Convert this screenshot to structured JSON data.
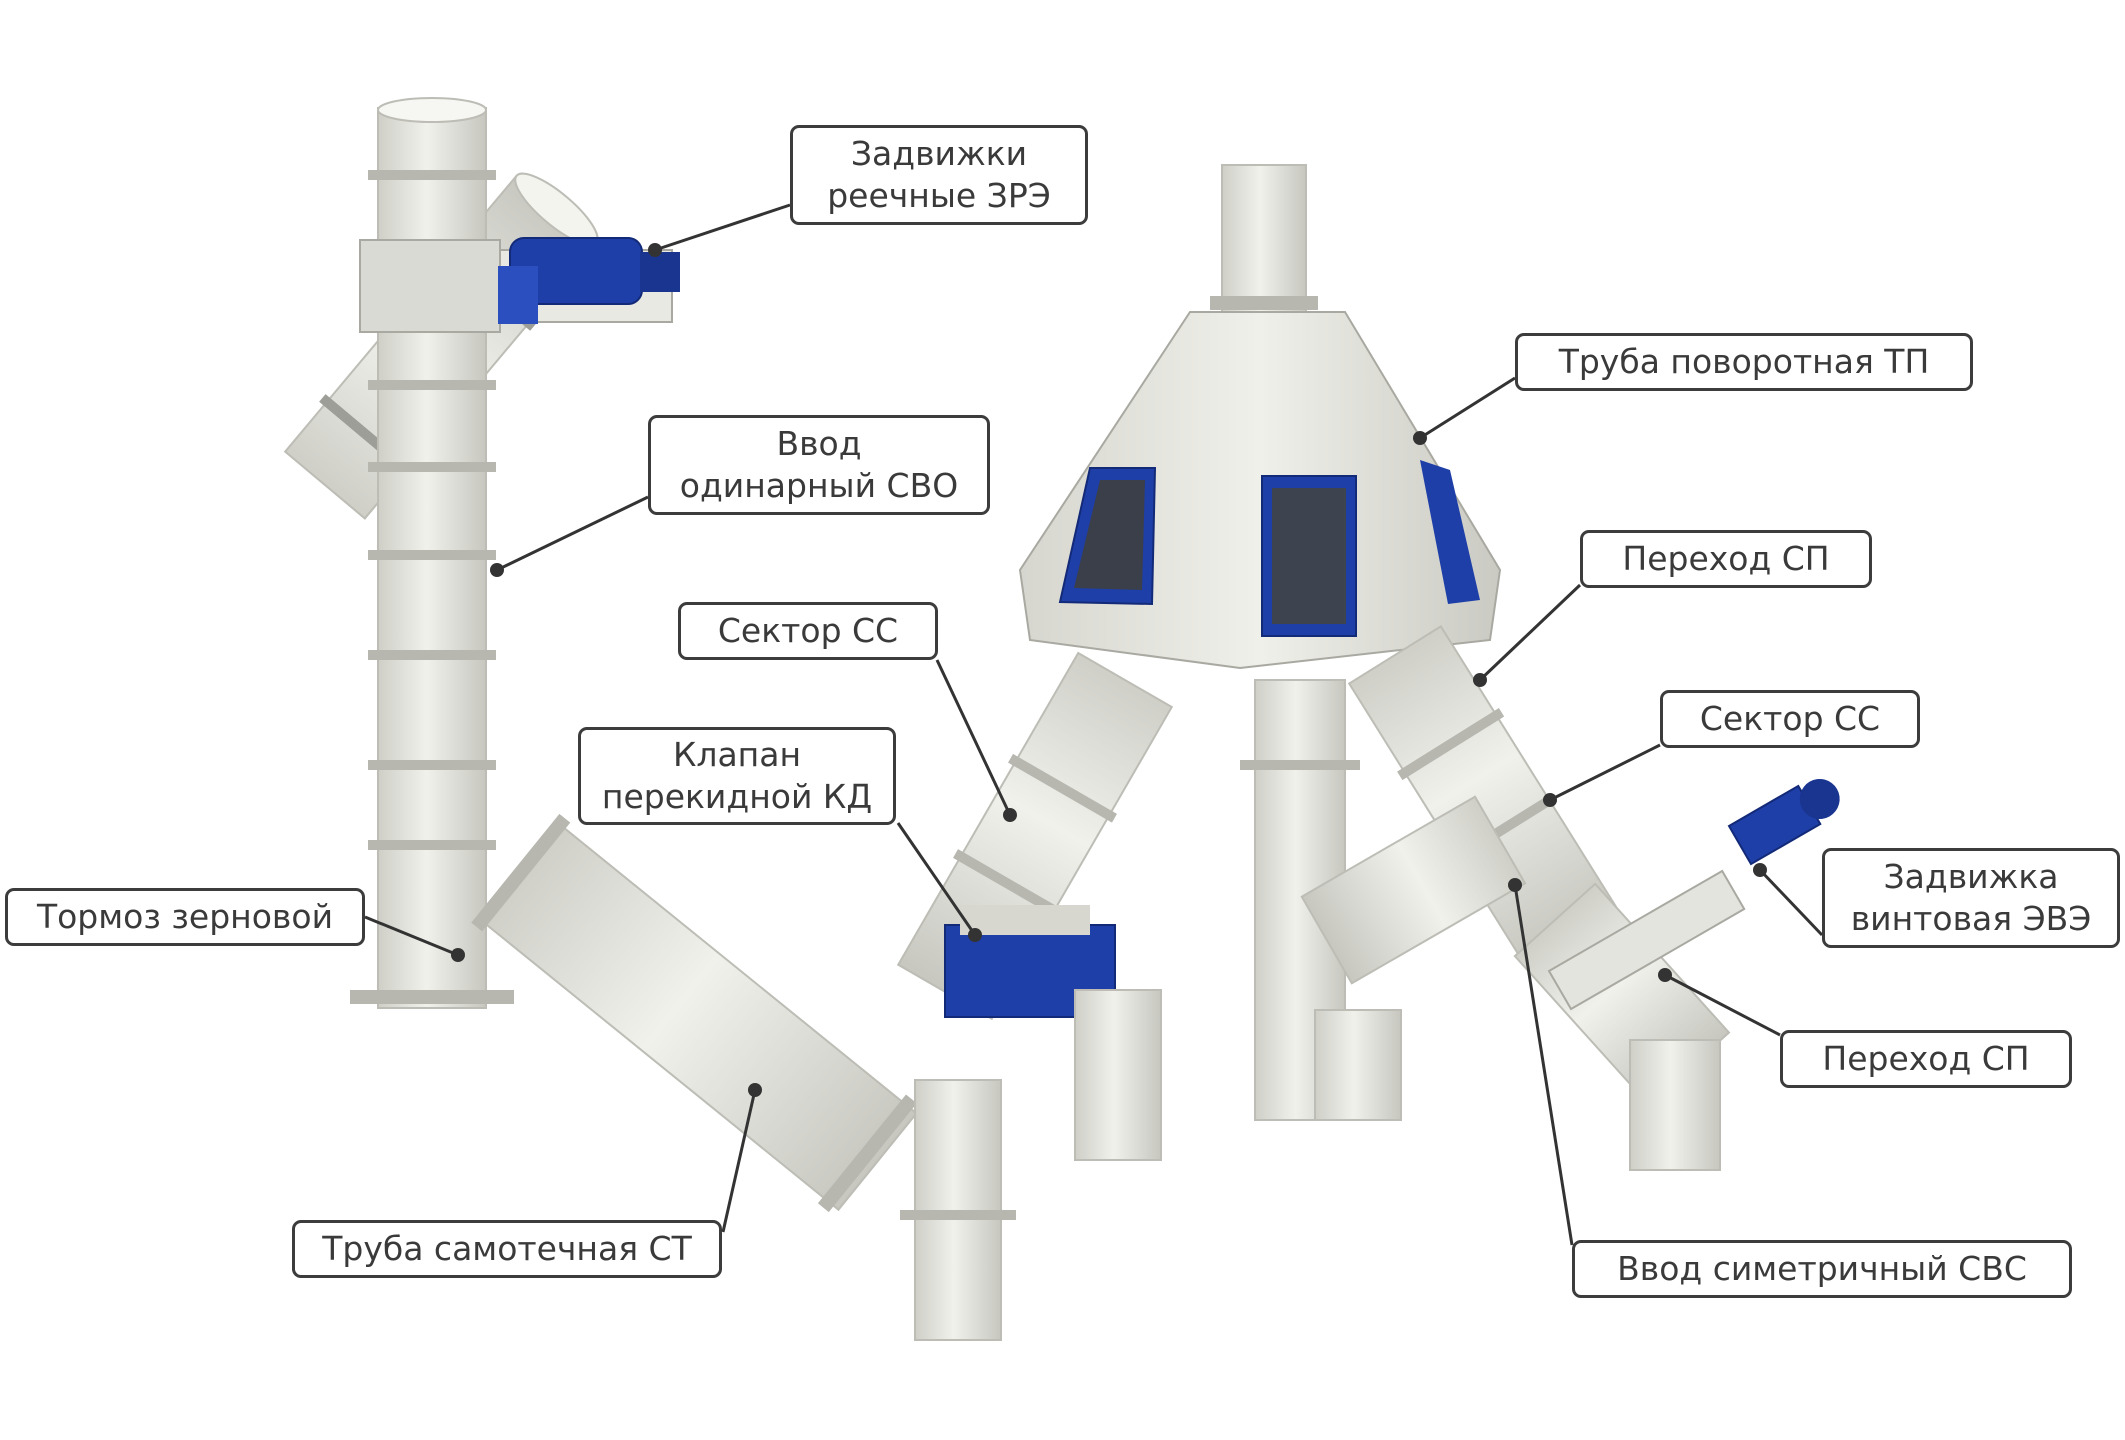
{
  "colors": {
    "pipe": "#e5e5df",
    "pipe_shade": "#c9c9c2",
    "flange": "#b9b9b2",
    "accent_blue": "#1f3fa8",
    "leader": "#333333",
    "label_border": "#3c3c3c",
    "label_text": "#3a3a3a"
  },
  "labels": {
    "zre": {
      "line1": "Задвижки",
      "line2": "реечные ЗРЭ"
    },
    "svo": {
      "line1": "Ввод",
      "line2": "одинарный СВО"
    },
    "ss_left": {
      "line1": "Сектор СС"
    },
    "kd": {
      "line1": "Клапан",
      "line2": "перекидной КД"
    },
    "tormoz": {
      "line1": "Тормоз зерновой"
    },
    "st": {
      "line1": "Труба самотечная СТ"
    },
    "tp": {
      "line1": "Труба поворотная ТП"
    },
    "sp_top": {
      "line1": "Переход СП"
    },
    "ss_right": {
      "line1": "Сектор СС"
    },
    "eve": {
      "line1": "Задвижка",
      "line2": "винтовая ЭВЭ"
    },
    "sp_bottom": {
      "line1": "Переход СП"
    },
    "svs": {
      "line1": "Ввод симетричный СВС"
    }
  },
  "icons": {
    "motor_top": "gear-motor-icon",
    "motor_right": "screw-gate-drive-icon"
  }
}
